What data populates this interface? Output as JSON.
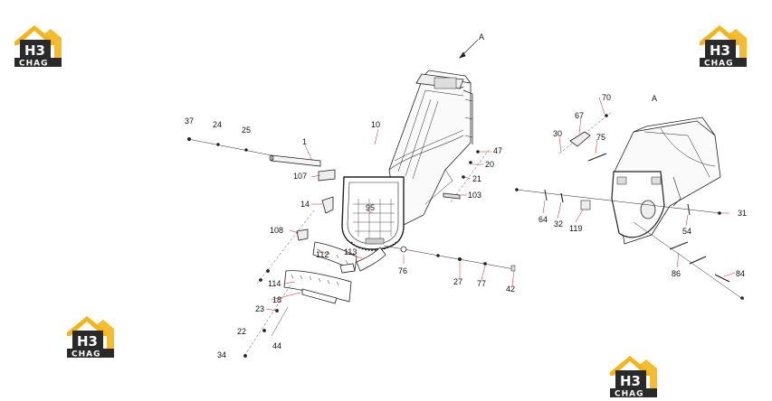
{
  "diagram": {
    "view_labels": [
      "A",
      "A"
    ],
    "part_numbers": [
      "37",
      "24",
      "25",
      "1",
      "10",
      "107",
      "14",
      "95",
      "108",
      "112",
      "113",
      "114",
      "18",
      "23",
      "22",
      "34",
      "44",
      "76",
      "27",
      "77",
      "42",
      "47",
      "20",
      "21",
      "103",
      "70",
      "67",
      "75",
      "30",
      "64",
      "32",
      "119",
      "54",
      "31",
      "86",
      "84"
    ]
  },
  "watermark": {
    "top_text": "H3",
    "bottom_text": "CHAG",
    "colors": {
      "gold": "#f2b51c",
      "dark": "#2a2a2a",
      "white": "#ffffff"
    }
  },
  "colors": {
    "line": "#222222",
    "accent_red": "#cc2222"
  }
}
